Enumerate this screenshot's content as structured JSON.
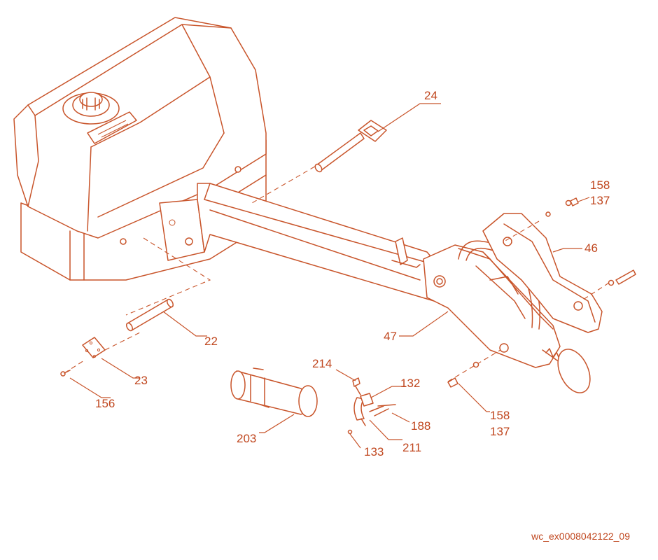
{
  "colors": {
    "line": "#c8542a",
    "text": "#c0471f",
    "background": "#ffffff"
  },
  "callouts": {
    "c24": "24",
    "c158a": "158",
    "c137a": "137",
    "c46": "46",
    "c47": "47",
    "c22": "22",
    "c23": "23",
    "c156": "156",
    "c214": "214",
    "c132": "132",
    "c188": "188",
    "c211": "211",
    "c133": "133",
    "c203": "203",
    "c158b": "158",
    "c137b": "137"
  },
  "document_id": "wc_ex0008042122_09"
}
